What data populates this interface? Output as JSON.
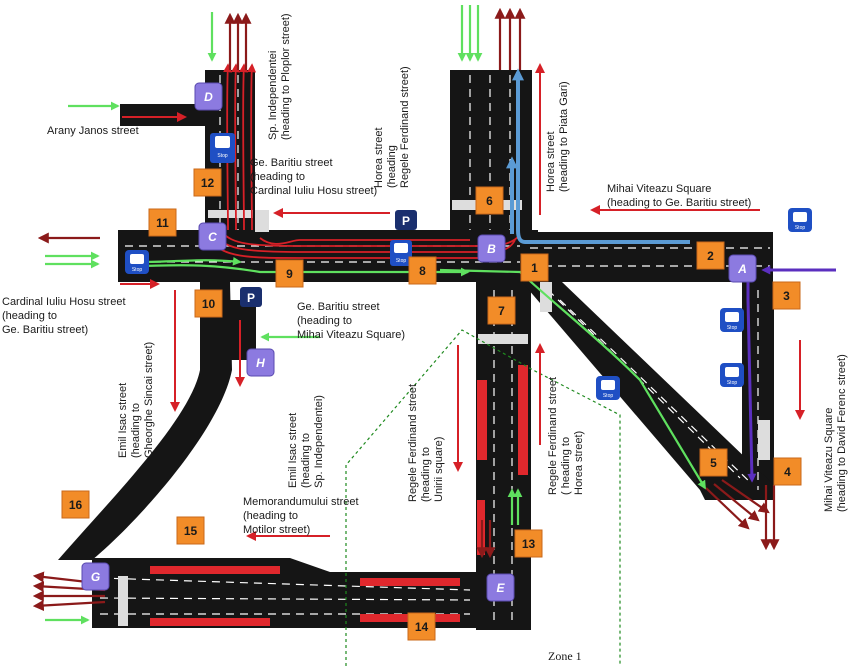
{
  "zone": {
    "label": "Zone 1"
  },
  "nodes": [
    {
      "id": "D",
      "label": "D"
    },
    {
      "id": "C",
      "label": "C"
    },
    {
      "id": "B",
      "label": "B"
    },
    {
      "id": "A",
      "label": "A"
    },
    {
      "id": "H",
      "label": "H"
    },
    {
      "id": "E",
      "label": "E"
    },
    {
      "id": "G",
      "label": "G"
    }
  ],
  "sensors": [
    "1",
    "2",
    "3",
    "4",
    "5",
    "6",
    "7",
    "8",
    "9",
    "10",
    "11",
    "12",
    "13",
    "14",
    "15",
    "16"
  ],
  "parking": {
    "label": "P"
  },
  "bus_signs": [
    {
      "top": "Stop",
      "bottom": "Stop"
    },
    {
      "top": "Stop",
      "bottom": "Stop"
    },
    {
      "top": "Stop",
      "bottom": "Stop"
    },
    {
      "top": "Stop",
      "bottom": "Stop"
    },
    {
      "top": "Stop",
      "bottom": "Stop"
    },
    {
      "top": "Stop",
      "bottom": "Stop"
    },
    {
      "top": "Stop",
      "bottom": "Stop"
    }
  ],
  "streets": {
    "arany": [
      "Arany Janos street"
    ],
    "sp_indep_top": [
      "Sp. Independentei",
      "(heading to Ploplor street)"
    ],
    "horea_regele": [
      "Horea street",
      "(heading",
      "Regele Ferdinand street)"
    ],
    "horea_piata": [
      "Horea street",
      "(heading to Piata Gari)"
    ],
    "mihai_top": [
      "Mihai Viteazu Square",
      "(heading to Ge. Baritiu street)"
    ],
    "baritiu_top": [
      "Ge. Baritiu street",
      "(heading to",
      "Cardinal Iuliu Hosu street)"
    ],
    "cardinal": [
      "Cardinal Iuliu Hosu street",
      "(heading to",
      "Ge. Baritiu street)"
    ],
    "baritiu_mid": [
      "Ge. Baritiu street",
      "(heading to",
      "Mihai Viteazu Square)"
    ],
    "emil_sincai": [
      "Emil Isac street",
      "(heading to",
      "Gheorghe Sincai street)"
    ],
    "emil_indep": [
      "Emil Isac street",
      "(heading to",
      "Sp. Independentei)"
    ],
    "regele_unirii": [
      "Regele Ferdinand street",
      "(heading to",
      "Unirii square)"
    ],
    "regele_horea": [
      "Regele Ferdinand street",
      "( heading to",
      "Horea street)"
    ],
    "mihai_right": [
      "Mihai Viteazu Square",
      "(heading to  David Ferenc street)"
    ],
    "memorandumului": [
      "Memorandumului street",
      "(heading to",
      "Motilor street)"
    ]
  },
  "colors": {
    "road": "#151515",
    "lane_mark": "#ffffff",
    "sensor": "#f28c28",
    "node": "#8c7ae0",
    "arrow_red": "#d62027",
    "arrow_dark": "#8b1a1a",
    "arrow_green": "#5fe05f",
    "arrow_blue": "#5b9bd5",
    "arrow_purple": "#5b2fbf",
    "bus_sign": "#1f4fc4",
    "zone": "#1f8a1f"
  }
}
